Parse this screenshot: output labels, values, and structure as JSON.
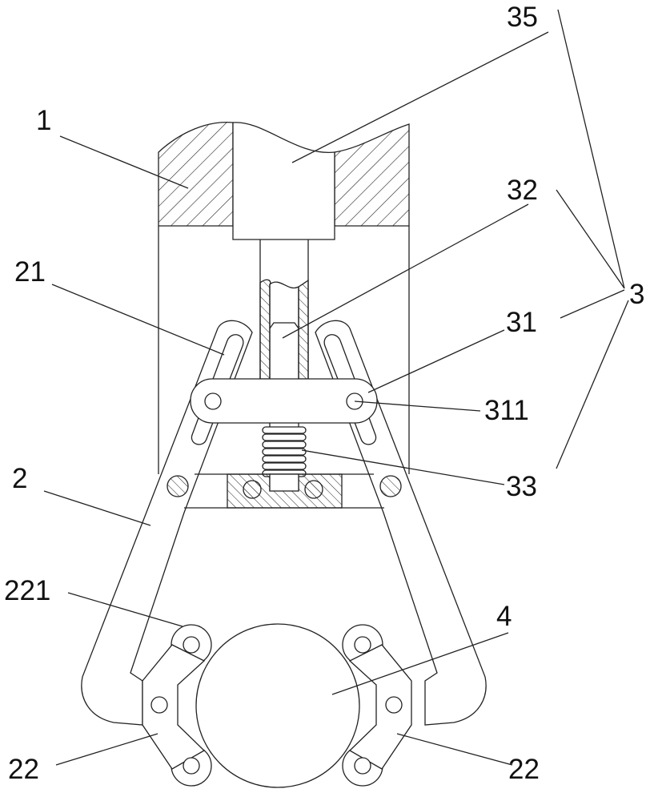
{
  "figure": {
    "labels": {
      "l35": "35",
      "l1": "1",
      "l32": "32",
      "l21": "21",
      "l3": "3",
      "l31": "31",
      "l311": "311",
      "l2": "2",
      "l33": "33",
      "l221": "221",
      "l4": "4",
      "l22a": "22",
      "l22b": "22"
    }
  }
}
